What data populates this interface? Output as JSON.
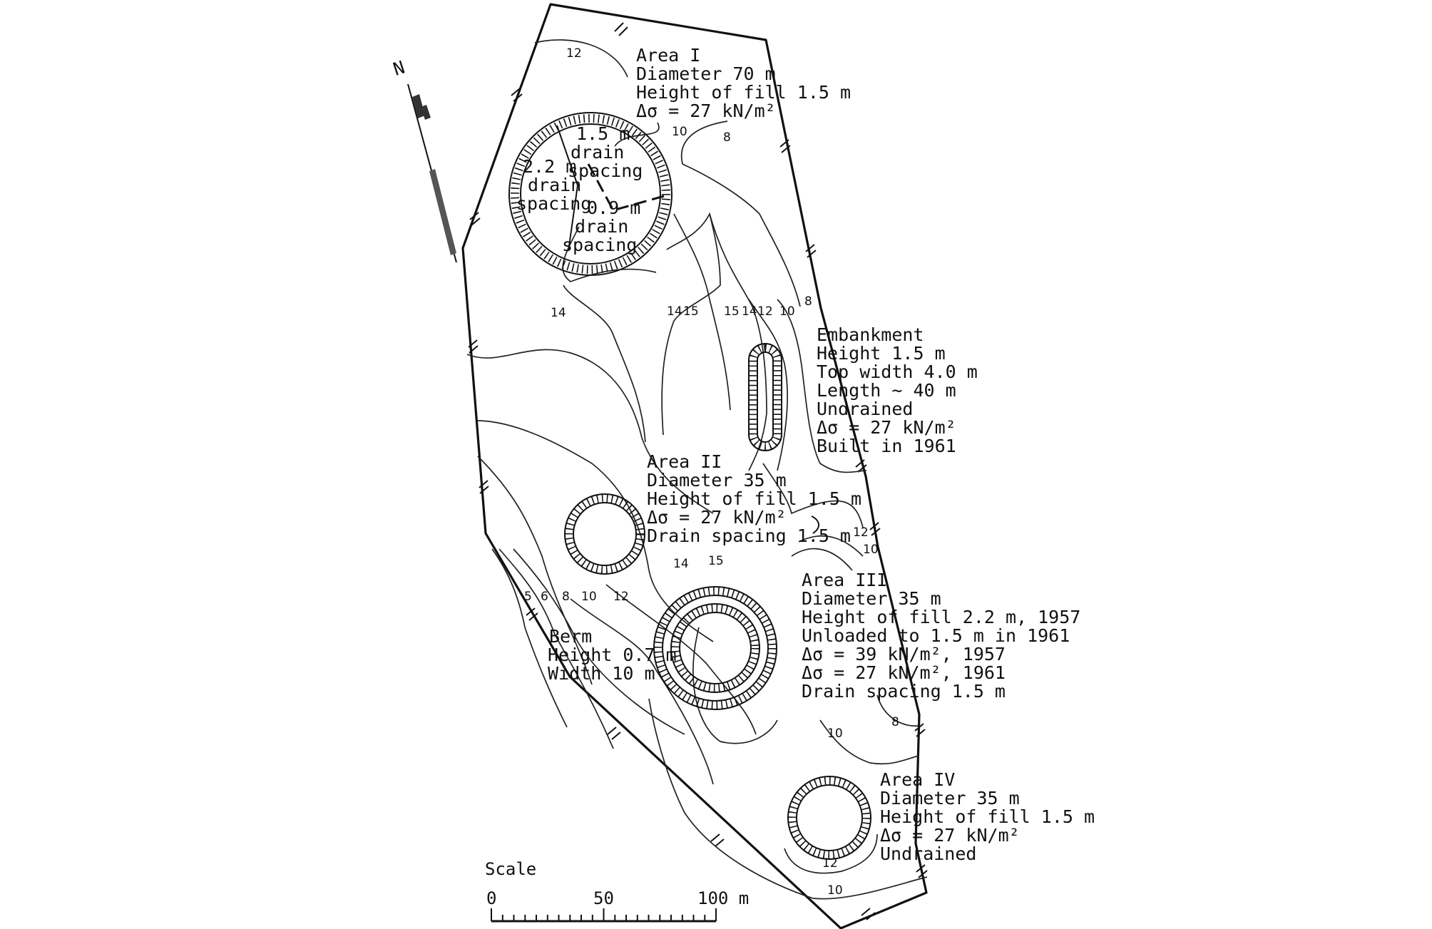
{
  "north_label": "N",
  "areas": {
    "area1": {
      "title": "Area I",
      "lines": [
        "Diameter 70 m",
        "Height of fill 1.5 m",
        "Δσ = 27 kN/m²"
      ]
    },
    "area1_drains": {
      "d15": [
        "1.5 m",
        "drain",
        "spacing"
      ],
      "d22": [
        "2.2 m",
        "drain",
        "spacing"
      ],
      "d09": [
        "0.9 m",
        "drain",
        "spacing"
      ]
    },
    "embankment": {
      "title": "Embankment",
      "lines": [
        "Height 1.5 m",
        "Top width 4.0 m",
        "Length ~ 40 m",
        "Undrained",
        "Δσ = 27 kN/m²",
        "Built in 1961"
      ]
    },
    "area2": {
      "title": "Area II",
      "lines": [
        "Diameter 35 m",
        "Height of fill 1.5 m",
        "Δσ = 27 kN/m²",
        "Drain spacing 1.5 m"
      ]
    },
    "area3": {
      "title": "Area III",
      "lines": [
        "Diameter 35 m",
        "Height of fill 2.2 m, 1957",
        "Unloaded to 1.5 m in 1961",
        "Δσ = 39 kN/m², 1957",
        "Δσ = 27 kN/m², 1961",
        "Drain spacing 1.5 m"
      ]
    },
    "berm": {
      "title": "Berm",
      "lines": [
        "Height 0.7 m",
        "Width 10 m"
      ]
    },
    "area4": {
      "title": "Area IV",
      "lines": [
        "Diameter 35 m",
        "Height of fill 1.5 m",
        "Δσ = 27 kN/m²",
        "Undrained"
      ]
    }
  },
  "contour_labels": {
    "c12_top": "12",
    "c10_a1": "10",
    "c8_a1": "8",
    "c14_left": "14",
    "c14_mid": "14",
    "c15_mid": "15",
    "c15_mid2": "15",
    "c14_mid2": "14",
    "c12_mid": "12",
    "c10_mid": "10",
    "c8_right": "8",
    "c5": "5",
    "c6": "6",
    "c8_low": "8",
    "c10_low": "10",
    "c12_low": "12",
    "c14_low": "14",
    "c15_low": "15",
    "c12_right": "12",
    "c10_right": "10",
    "c10_bot": "10",
    "c8_bot": "8",
    "c12_a4": "12",
    "c10_foot": "10"
  },
  "scale": {
    "title": "Scale",
    "t0": "0",
    "t50": "50",
    "t100": "100 m"
  }
}
